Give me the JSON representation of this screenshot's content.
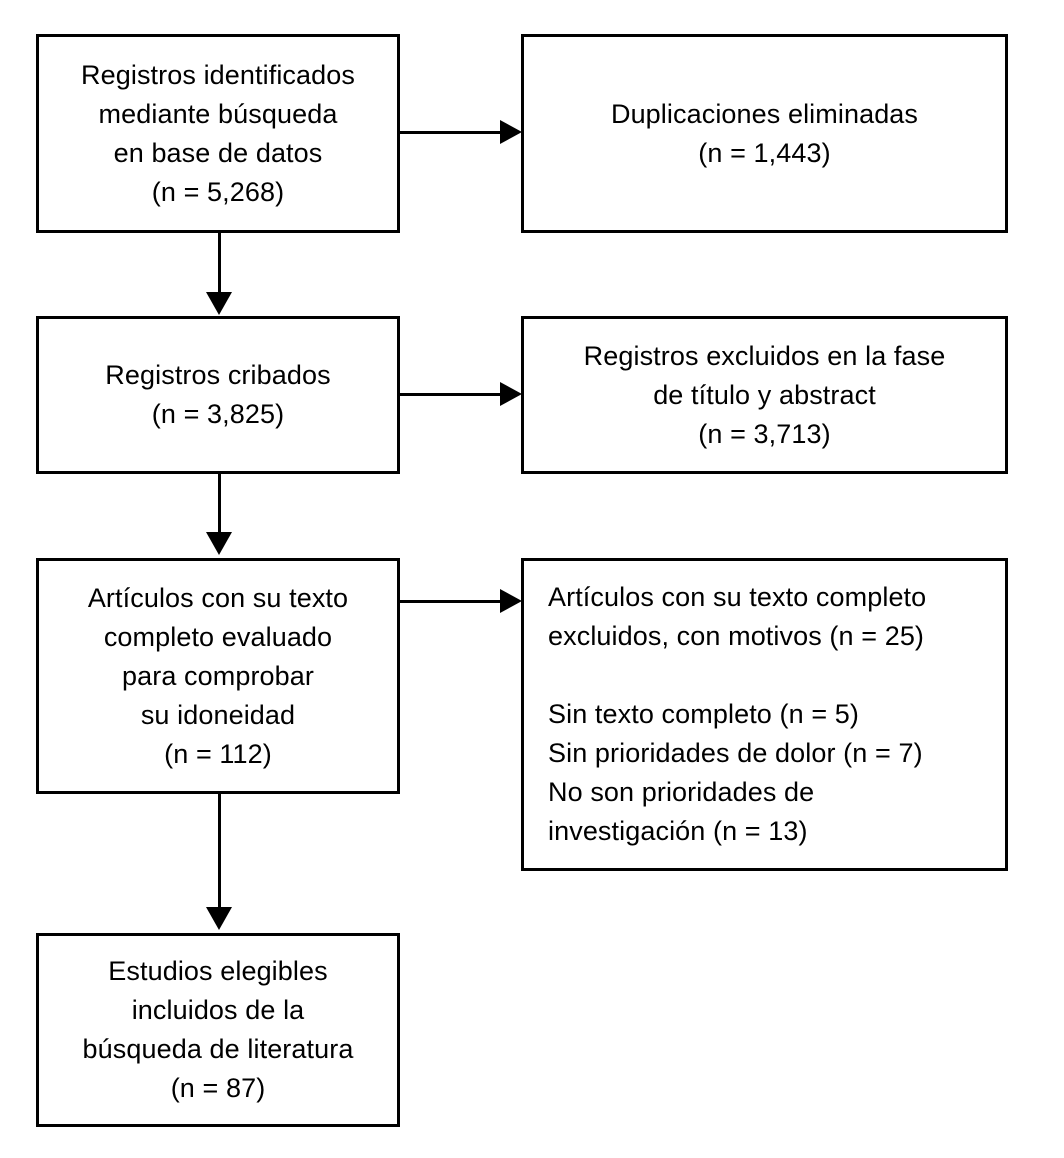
{
  "diagram": {
    "type": "prisma-flow-diagram",
    "language": "es",
    "colors": {
      "stroke": "#000000",
      "background": "#ffffff",
      "text": "#000000"
    },
    "nodes": [
      {
        "id": "identified",
        "name": "records-identified",
        "align": "center",
        "lines": [
          "Registros identificados",
          "mediante búsqueda",
          "en base de datos",
          "(n = 5,268)"
        ]
      },
      {
        "id": "duplicates",
        "name": "duplicates-removed",
        "align": "center",
        "lines": [
          "Duplicaciones eliminadas",
          "(n = 1,443)"
        ]
      },
      {
        "id": "screened",
        "name": "records-screened",
        "align": "center",
        "lines": [
          "Registros cribados",
          "(n = 3,825)"
        ]
      },
      {
        "id": "excluded-title",
        "name": "records-excluded-title-abstract",
        "align": "center",
        "lines": [
          "Registros excluidos en la fase",
          "de título y abstract",
          "(n = 3,713)"
        ]
      },
      {
        "id": "fulltext",
        "name": "fulltext-assessed",
        "align": "center",
        "lines": [
          "Artículos con su texto",
          "completo evaluado",
          "para comprobar",
          "su idoneidad",
          "(n = 112)"
        ]
      },
      {
        "id": "excluded-reasons",
        "name": "fulltext-excluded-with-reasons",
        "align": "left",
        "lines": [
          "Artículos con su texto completo",
          "excluidos, con motivos (n = 25)",
          "",
          "Sin texto completo (n = 5)",
          "Sin prioridades de dolor (n = 7)",
          "No son prioridades de",
          "investigación (n = 13)"
        ]
      },
      {
        "id": "included",
        "name": "studies-included",
        "align": "center",
        "lines": [
          "Estudios elegibles",
          "incluidos de la",
          "búsqueda de literatura",
          "(n = 87)"
        ]
      }
    ],
    "connectors": [
      {
        "id": "c1",
        "name": "arrow-identified-to-duplicates",
        "direction": "right"
      },
      {
        "id": "c2",
        "name": "arrow-screened-to-excluded-title",
        "direction": "right"
      },
      {
        "id": "c3",
        "name": "arrow-fulltext-to-excluded-reasons",
        "direction": "right"
      },
      {
        "id": "c4",
        "name": "arrow-identified-to-screened",
        "direction": "down"
      },
      {
        "id": "c5",
        "name": "arrow-screened-to-fulltext",
        "direction": "down"
      },
      {
        "id": "c6",
        "name": "arrow-fulltext-to-included",
        "direction": "down"
      }
    ]
  }
}
